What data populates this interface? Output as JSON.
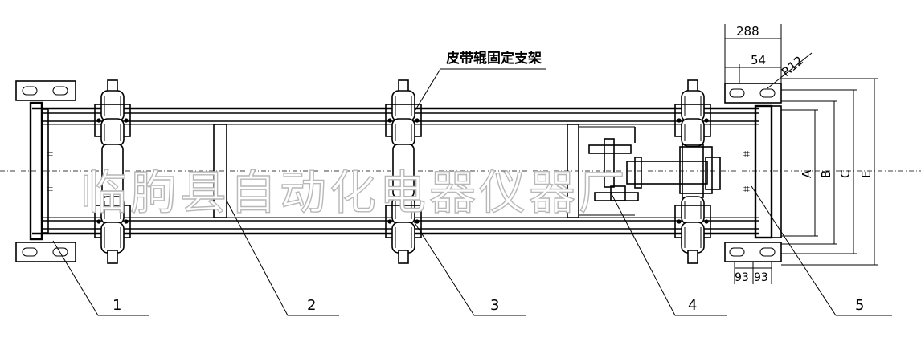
{
  "annotation": "皮带辊固定支架",
  "watermark": "临朐县自动化电器仪器厂",
  "part_labels": [
    "1",
    "2",
    "3",
    "4",
    "5"
  ],
  "dimensions": {
    "top_288": "288",
    "top_54": "54",
    "radius": "R12",
    "bottom_93a": "93",
    "bottom_93b": "93",
    "right_A": "A",
    "right_B": "B",
    "right_C": "C",
    "right_E": "E"
  }
}
